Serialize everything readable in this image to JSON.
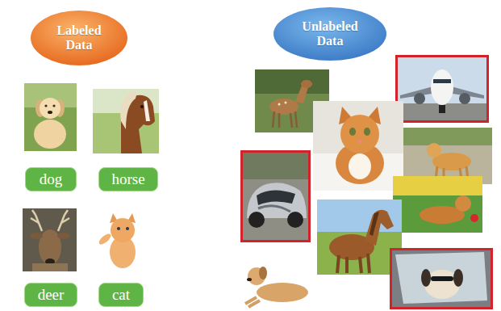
{
  "diagram": {
    "nodes": [
      {
        "text": [
          "Labeled Data"
        ]
      },
      {
        "text": [
          "Unlabeled Data"
        ]
      },
      {
        "text": [
          "dog"
        ]
      },
      {
        "text": [
          "horse"
        ]
      },
      {
        "text": [
          "deer"
        ]
      },
      {
        "text": [
          "cat"
        ]
      }
    ]
  }
}
